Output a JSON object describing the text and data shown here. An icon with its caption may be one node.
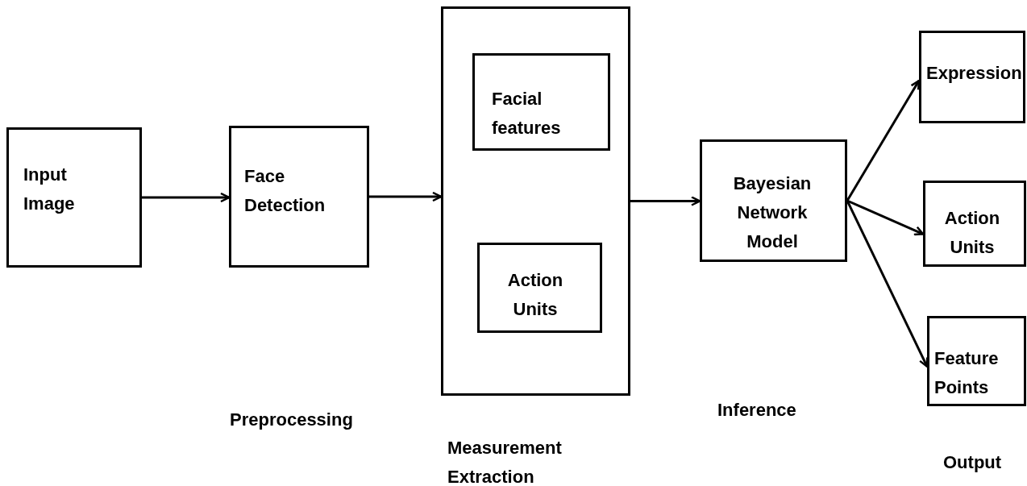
{
  "diagram": {
    "nodes": [
      {
        "text": [
          "Input Image"
        ]
      },
      {
        "text": [
          "Face Detection"
        ]
      },
      {
        "text": [],
        "shape": "box"
      },
      {
        "text": [
          "Facial features"
        ],
        "in": 2
      },
      {
        "text": [
          "Action Units"
        ],
        "in": 2
      },
      {
        "text": [
          "Bayesian Network Model"
        ]
      },
      {
        "text": [
          "Expression"
        ]
      },
      {
        "text": [
          "Action Units"
        ]
      },
      {
        "text": [
          "Feature Points"
        ]
      }
    ],
    "edges": [
      {
        "from": 0,
        "to": 1,
        "arrow": "to"
      },
      {
        "from": 1,
        "to": 2,
        "arrow": "to"
      },
      {
        "from": 2,
        "to": 5,
        "arrow": "to"
      },
      {
        "from": 5,
        "to": 6,
        "arrow": "to"
      },
      {
        "from": 5,
        "to": 7,
        "arrow": "to"
      },
      {
        "from": 5,
        "to": 8,
        "arrow": "to"
      }
    ],
    "labels": [
      "Preprocessing",
      "Measurement Extraction",
      "Inference",
      "Output"
    ]
  }
}
